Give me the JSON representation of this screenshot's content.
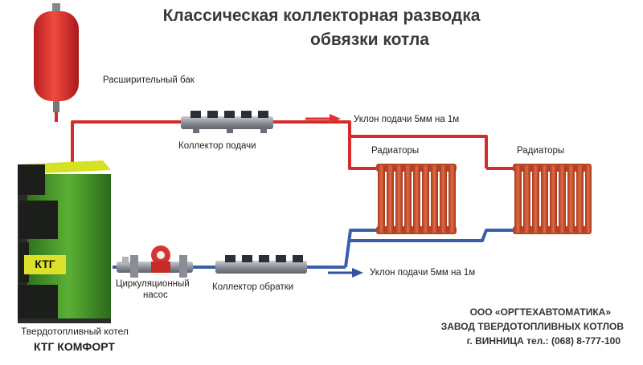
{
  "title": {
    "line1": "Классическая коллекторная разводка",
    "line2": "обвязки котла"
  },
  "labels": {
    "tank": "Расширительный бак",
    "supply_manifold": "Коллектор подачи",
    "return_manifold": "Коллектор обратки",
    "pump": "Циркуляционный",
    "pump_line2": "насос",
    "slope_supply": "Уклон подачи 5мм на 1м",
    "slope_return": "Уклон подачи 5мм на 1м",
    "radiators_1": "Радиаторы",
    "radiators_2": "Радиаторы",
    "boiler_caption": "Твердотопливный котел",
    "boiler_model": "КТГ КОМФОРТ",
    "boiler_badge": "КТГ"
  },
  "company": {
    "line1": "ООО «ОРГТЕХАВТОМАТИКА»",
    "line2": "ЗАВОД ТВЕРДОТОПЛИВНЫХ КОТЛОВ",
    "line3": "г. ВИННИЦА   тел.: (068) 8-777-100"
  },
  "colors": {
    "supply_pipe": "#d42b2b",
    "return_pipe": "#3a5fa8",
    "tank": "#e8312d",
    "radiator": "#c84a2a",
    "boiler_body": "#4e9a2f",
    "boiler_top": "#d6e024",
    "arrow_supply": "#e03030",
    "arrow_return": "#3550a0"
  }
}
